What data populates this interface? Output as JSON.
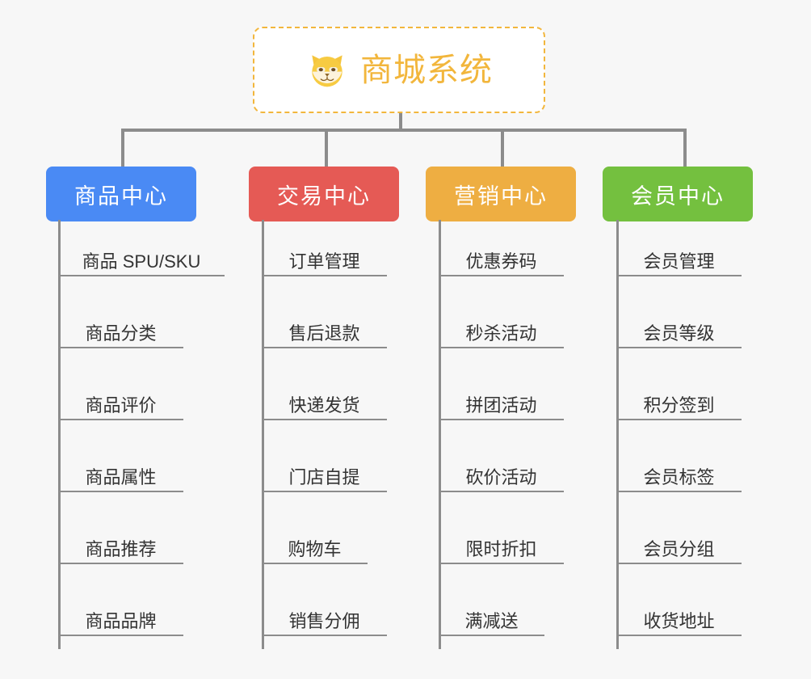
{
  "page": {
    "background": "#f7f7f7",
    "line_color": "#8c8c8c",
    "leaf_text_color": "#333333"
  },
  "root": {
    "title": "商城系统",
    "icon": "shiba-dog-face-icon",
    "text_color": "#f2b63c",
    "border_color": "#f2b63c",
    "background": "#ffffff"
  },
  "columns": [
    {
      "id": "product-center",
      "title": "商品中心",
      "color": "#4a8af4",
      "items": [
        "商品 SPU/SKU",
        "商品分类",
        "商品评价",
        "商品属性",
        "商品推荐",
        "商品品牌"
      ]
    },
    {
      "id": "trade-center",
      "title": "交易中心",
      "color": "#e55a55",
      "items": [
        "订单管理",
        "售后退款",
        "快递发货",
        "门店自提",
        "购物车",
        "销售分佣"
      ]
    },
    {
      "id": "marketing-center",
      "title": "营销中心",
      "color": "#eeae42",
      "items": [
        "优惠券码",
        "秒杀活动",
        "拼团活动",
        "砍价活动",
        "限时折扣",
        "满减送"
      ]
    },
    {
      "id": "member-center",
      "title": "会员中心",
      "color": "#74c03f",
      "items": [
        "会员管理",
        "会员等级",
        "积分签到",
        "会员标签",
        "会员分组",
        "收货地址"
      ]
    }
  ]
}
